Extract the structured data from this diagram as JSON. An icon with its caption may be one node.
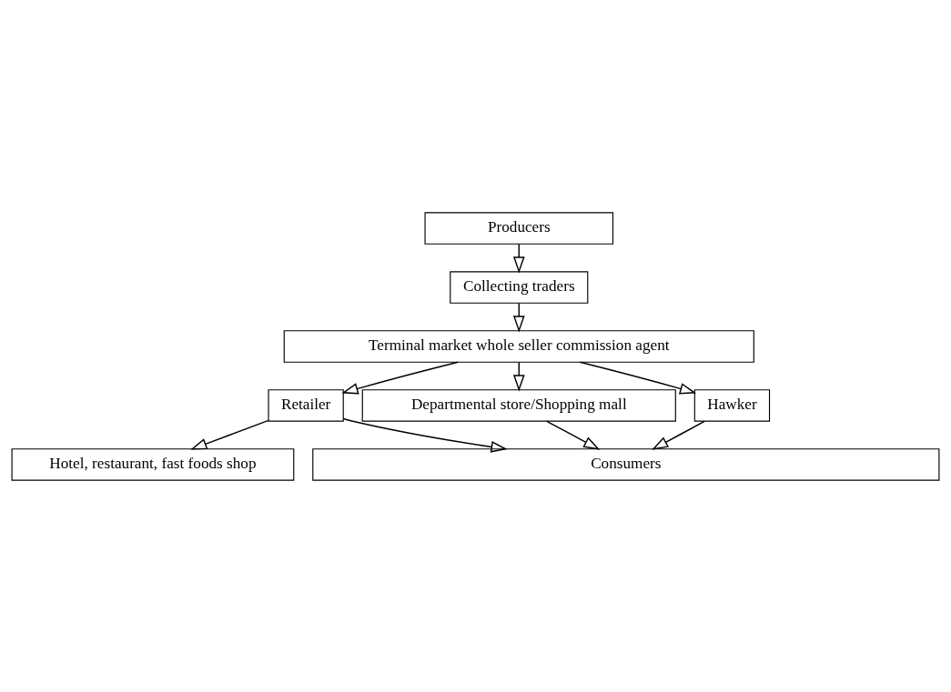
{
  "diagram": {
    "nodes": [
      {
        "text": [
          "Producers"
        ]
      },
      {
        "text": [
          "Collecting traders"
        ]
      },
      {
        "text": [
          "Terminal market whole seller commission agent"
        ]
      },
      {
        "text": [
          "Retailer"
        ]
      },
      {
        "text": [
          "Departmental store/Shopping mall"
        ]
      },
      {
        "text": [
          "Hawker"
        ]
      },
      {
        "text": [
          "Hotel, restaurant, fast foods shop"
        ]
      },
      {
        "text": [
          "Consumers"
        ]
      }
    ],
    "edges": [
      {
        "from": 0,
        "to": 1,
        "arrow": "to"
      },
      {
        "from": 1,
        "to": 2,
        "arrow": "to"
      },
      {
        "from": 2,
        "to": 3,
        "arrow": "to"
      },
      {
        "from": 2,
        "to": 4,
        "arrow": "to"
      },
      {
        "from": 2,
        "to": 5,
        "arrow": "to"
      },
      {
        "from": 3,
        "to": 7,
        "arrow": "to"
      },
      {
        "from": 3,
        "to": 6,
        "arrow": "to"
      },
      {
        "from": 4,
        "to": 7,
        "arrow": "to"
      },
      {
        "from": 5,
        "to": 7,
        "arrow": "to"
      }
    ]
  }
}
